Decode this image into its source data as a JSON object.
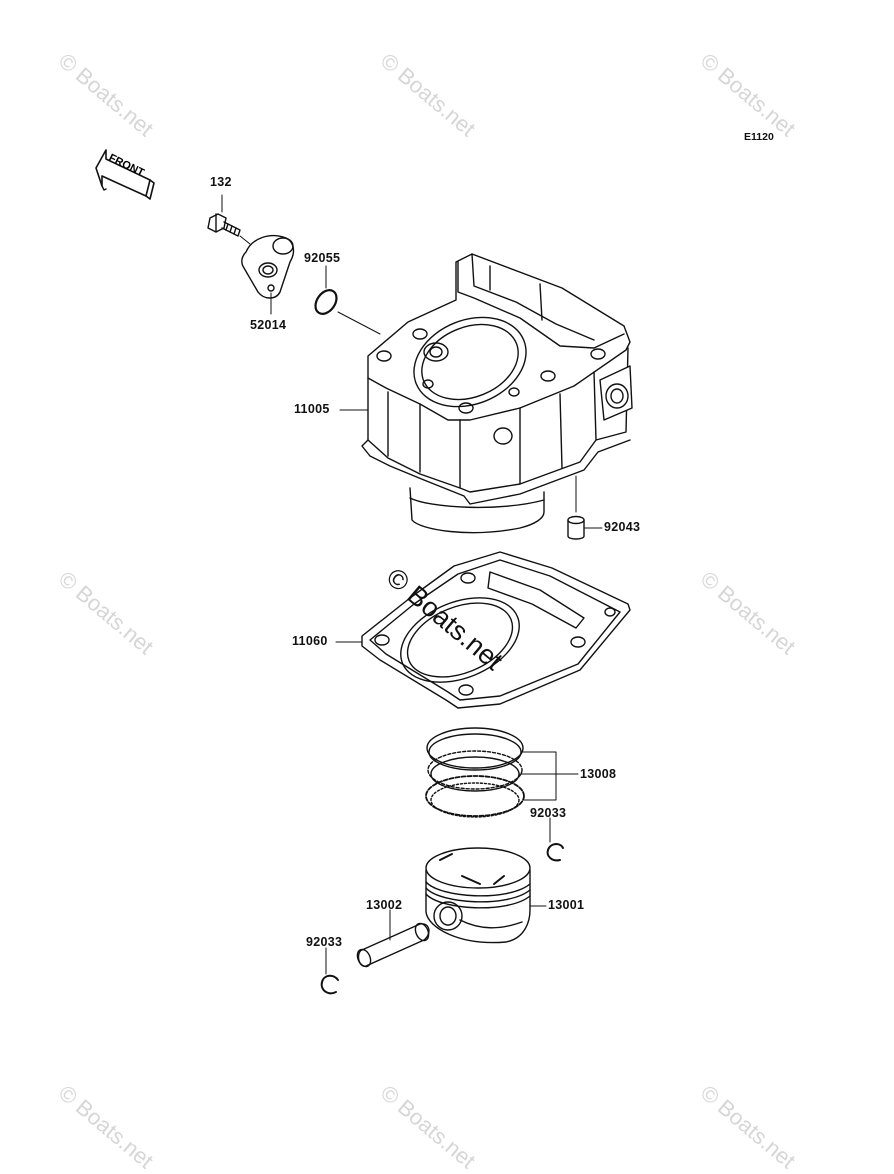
{
  "diagram": {
    "code": "E1120",
    "front_label": "FRONT",
    "watermark_center": "© Boats.net",
    "watermark": "© Boats.net",
    "parts": [
      {
        "id": "132"
      },
      {
        "id": "52014"
      },
      {
        "id": "92055"
      },
      {
        "id": "11005"
      },
      {
        "id": "92043"
      },
      {
        "id": "11060"
      },
      {
        "id": "13008"
      },
      {
        "id": "92033"
      },
      {
        "id": "13001"
      },
      {
        "id": "13002"
      },
      {
        "id": "92033"
      }
    ]
  }
}
